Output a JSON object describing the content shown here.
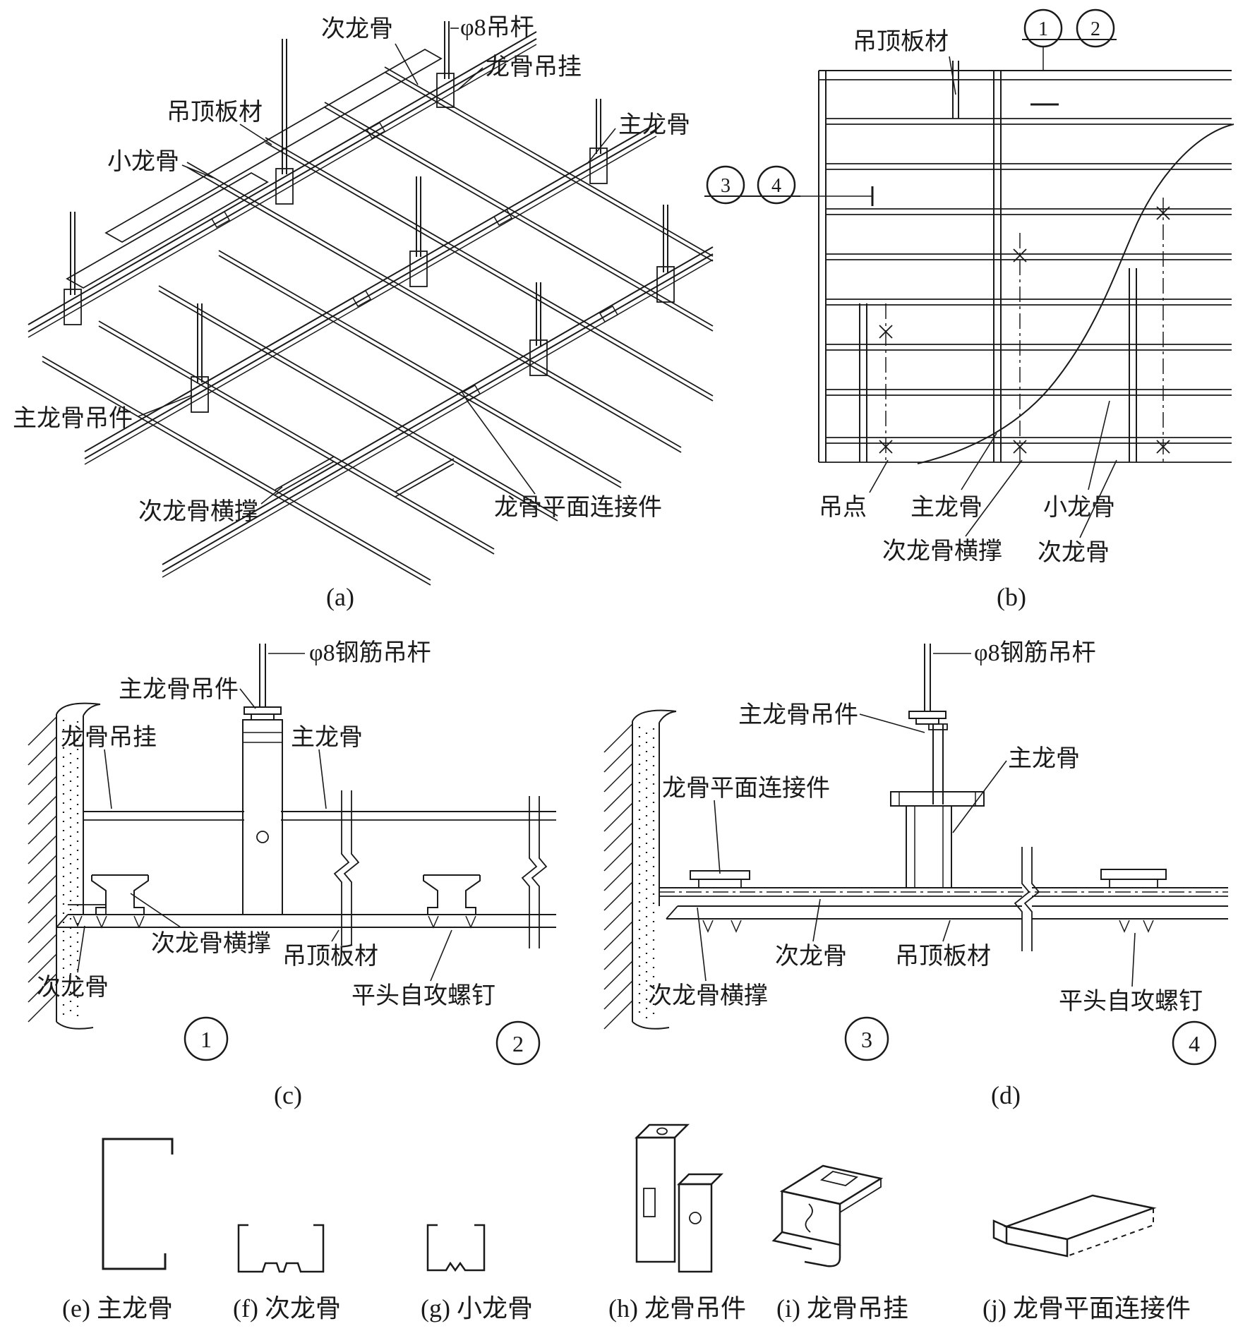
{
  "figure": {
    "captions": {
      "a": "(a)",
      "b": "(b)",
      "c": "(c)",
      "d": "(d)"
    }
  },
  "colors": {
    "line": "#1a1a1a",
    "background": "#ffffff"
  },
  "panel_a": {
    "labels": {
      "ci_longgu": "次龙骨",
      "diaogan": "φ8吊杆",
      "longgu_diaogua": "龙骨吊挂",
      "diaoding_bancai": "吊顶板材",
      "xiao_longgu": "小龙骨",
      "zhu_longgu": "主龙骨",
      "zhu_longgu_diaojian": "主龙骨吊件",
      "ci_longgu_hengcheng": "次龙骨横撑",
      "longgu_pingmian_lianjiejian": "龙骨平面连接件"
    }
  },
  "panel_b": {
    "labels": {
      "diaoding_bancai": "吊顶板材",
      "diaodian": "吊点",
      "zhu_longgu": "主龙骨",
      "xiao_longgu": "小龙骨",
      "ci_longgu_hengcheng": "次龙骨横撑",
      "ci_longgu": "次龙骨"
    },
    "marks": {
      "m1": "1",
      "m2": "2",
      "m3": "3",
      "m4": "4"
    }
  },
  "panel_c": {
    "labels": {
      "gangjin_diaogan": "φ8钢筋吊杆",
      "zhu_longgu_diaojian": "主龙骨吊件",
      "longgu_diaogua": "龙骨吊挂",
      "zhu_longgu": "主龙骨",
      "ci_longgu_hengcheng": "次龙骨横撑",
      "diaoding_bancai": "吊顶板材",
      "ci_longgu": "次龙骨",
      "pingtou_zigong_luoding": "平头自攻螺钉"
    },
    "marks": {
      "m1": "1",
      "m2": "2"
    }
  },
  "panel_d": {
    "labels": {
      "gangjin_diaogan": "φ8钢筋吊杆",
      "zhu_longgu_diaojian": "主龙骨吊件",
      "zhu_longgu": "主龙骨",
      "longgu_pingmian_lianjiejian": "龙骨平面连接件",
      "ci_longgu": "次龙骨",
      "diaoding_bancai": "吊顶板材",
      "ci_longgu_hengcheng": "次龙骨横撑",
      "pingtou_zigong_luoding": "平头自攻螺钉"
    },
    "marks": {
      "m3": "3",
      "m4": "4"
    }
  },
  "profiles": {
    "e": "(e) 主龙骨",
    "f": "(f) 次龙骨",
    "g": "(g) 小龙骨",
    "h": "(h) 龙骨吊件",
    "i": "(i) 龙骨吊挂",
    "j": "(j) 龙骨平面连接件"
  }
}
